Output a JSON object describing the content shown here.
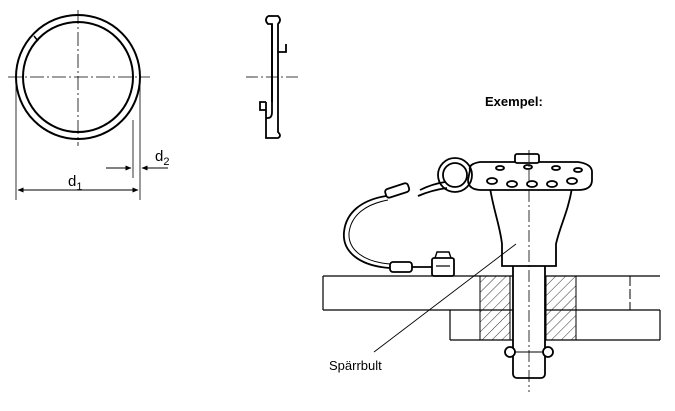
{
  "example_heading": "Exempel:",
  "callout_label": "Spärrbult",
  "dimensions": {
    "d1": {
      "letter": "d",
      "sub": "1"
    },
    "d2": {
      "letter": "d",
      "sub": "2"
    }
  }
}
